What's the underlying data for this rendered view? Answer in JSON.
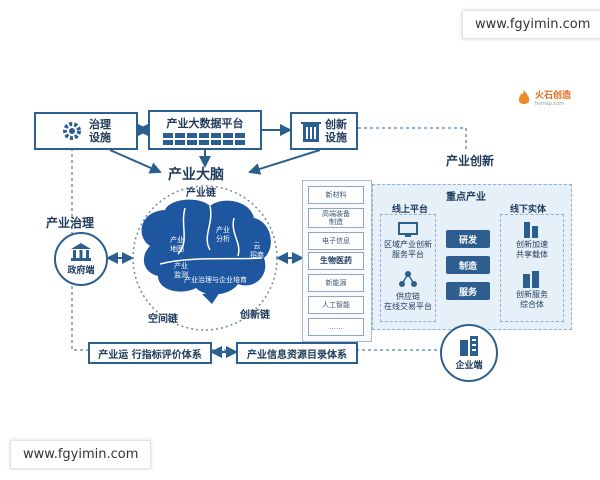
{
  "watermarks": {
    "top": "www.fgyimin.com",
    "bottom": "www.fgyimin.com"
  },
  "logo": {
    "text": "火石创造",
    "sub": "hsmap.com"
  },
  "top": {
    "governance_facility": "治理\n设施",
    "big_data_platform": "产业大数据平台",
    "innovation_facility": "创新\n设施"
  },
  "brain": {
    "title": "产业大脑",
    "industry_chain": "产业链",
    "space_chain": "空间链",
    "innovation_chain": "创新链",
    "lobes": {
      "map": "产业\n地图",
      "analysis": "产业\n分析",
      "monitor": "产业\n监测",
      "attract": "云\n招商",
      "governance": "产业治理与企业培育"
    }
  },
  "left": {
    "governance_title": "产业治理",
    "gov_label": "政府端"
  },
  "industries": [
    "新材料",
    "高端装备\n制造",
    "电子信息",
    "生物医药",
    "新能源",
    "人工智能",
    "……"
  ],
  "industry_highlight_index": 3,
  "right": {
    "innovation_title": "产业创新",
    "key_industry": "重点产业",
    "online_platform": "线上平台",
    "offline_entity": "线下实体",
    "regional_platform": "区域产业创新\n服务平台",
    "supply_chain": "供应链\n在线交易平台",
    "stages": [
      "研发",
      "制造",
      "服务"
    ],
    "accelerator": "创新加速\n共享载体",
    "service_complex": "创新服务\n综合体",
    "enterprise_label": "企业端"
  },
  "bottom": {
    "eval_system": "产业运 行指标评价体系",
    "catalog_system": "产业信息资源目录体系"
  },
  "colors": {
    "primary": "#2b5f8f",
    "brain": "#1e56a0",
    "panel": "#e6f0f8"
  }
}
